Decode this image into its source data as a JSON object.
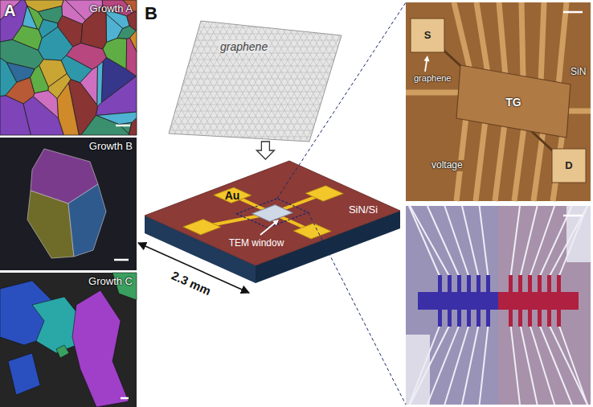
{
  "diagram": {
    "nodes": [
      {
        "text": [
          "Growth A"
        ]
      },
      {
        "text": [
          "Growth B"
        ]
      },
      {
        "text": [
          "Growth C"
        ]
      },
      {
        "text": [
          "graphene"
        ]
      },
      {
        "text": [
          "Au",
          "SiN/Si",
          "TEM window"
        ]
      },
      {
        "text": [
          "S",
          "graphene",
          "TG",
          "SiN",
          "voltage",
          "D"
        ]
      }
    ],
    "edges": [
      {
        "from": 3,
        "to": 4,
        "arrow": "to"
      }
    ],
    "labels": [
      "A",
      "B",
      "2.3 mm"
    ]
  }
}
